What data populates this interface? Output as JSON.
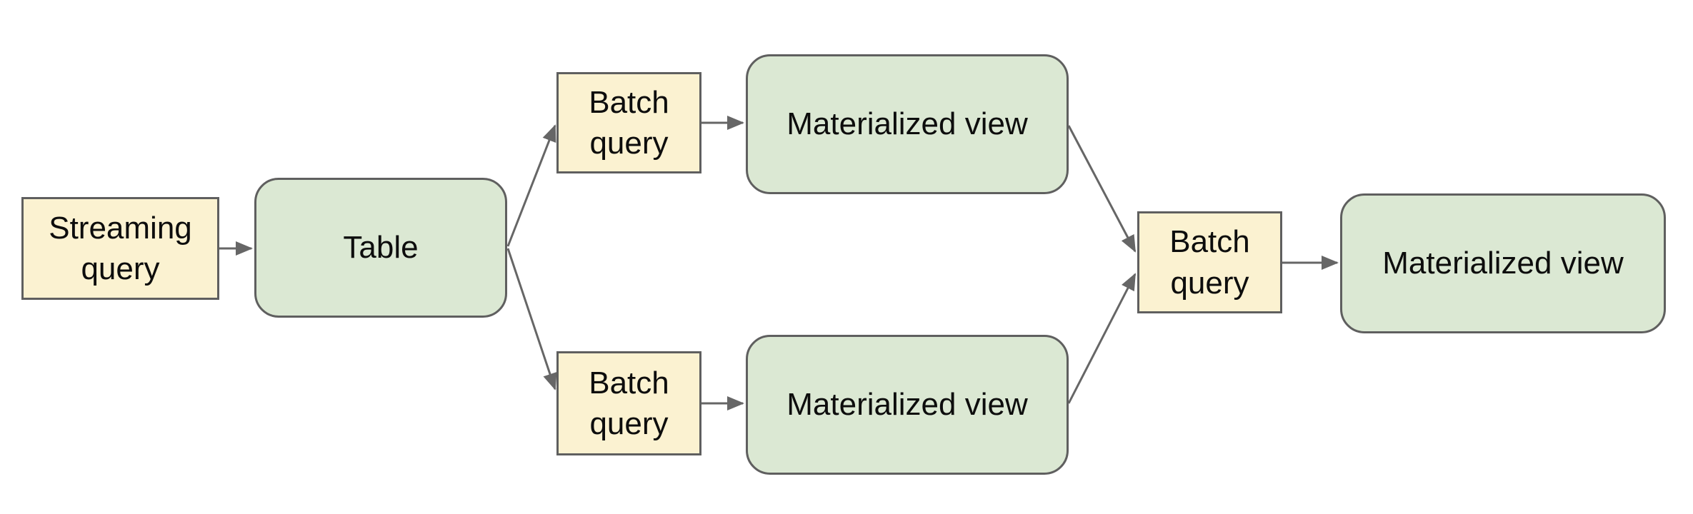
{
  "diagram": {
    "description": "Streaming and batch query pipeline flowchart",
    "background_color": "#ffffff",
    "colors": {
      "query_node_fill": "#fbf2d1",
      "query_node_border": "#5f5f5f",
      "view_node_fill": "#dbe8d3",
      "view_node_border": "#5f5f5f",
      "connector": "#666666",
      "label_text": "#0d0d0d"
    },
    "nodes": [
      {
        "id": "streaming-query",
        "label": "Streaming query",
        "kind": "query"
      },
      {
        "id": "table",
        "label": "Table",
        "kind": "storage"
      },
      {
        "id": "batch-query-top",
        "label": "Batch query",
        "kind": "query"
      },
      {
        "id": "materialized-view-top",
        "label": "Materialized view",
        "kind": "storage"
      },
      {
        "id": "batch-query-bottom",
        "label": "Batch query",
        "kind": "query"
      },
      {
        "id": "materialized-view-bottom",
        "label": "Materialized view",
        "kind": "storage"
      },
      {
        "id": "batch-query-right",
        "label": "Batch query",
        "kind": "query"
      },
      {
        "id": "materialized-view-right",
        "label": "Materialized view",
        "kind": "storage"
      }
    ],
    "edges": [
      {
        "from": "streaming-query",
        "to": "table"
      },
      {
        "from": "table",
        "to": "batch-query-top"
      },
      {
        "from": "batch-query-top",
        "to": "materialized-view-top"
      },
      {
        "from": "table",
        "to": "batch-query-bottom"
      },
      {
        "from": "batch-query-bottom",
        "to": "materialized-view-bottom"
      },
      {
        "from": "materialized-view-top",
        "to": "batch-query-right"
      },
      {
        "from": "materialized-view-bottom",
        "to": "batch-query-right"
      },
      {
        "from": "batch-query-right",
        "to": "materialized-view-right"
      }
    ]
  }
}
